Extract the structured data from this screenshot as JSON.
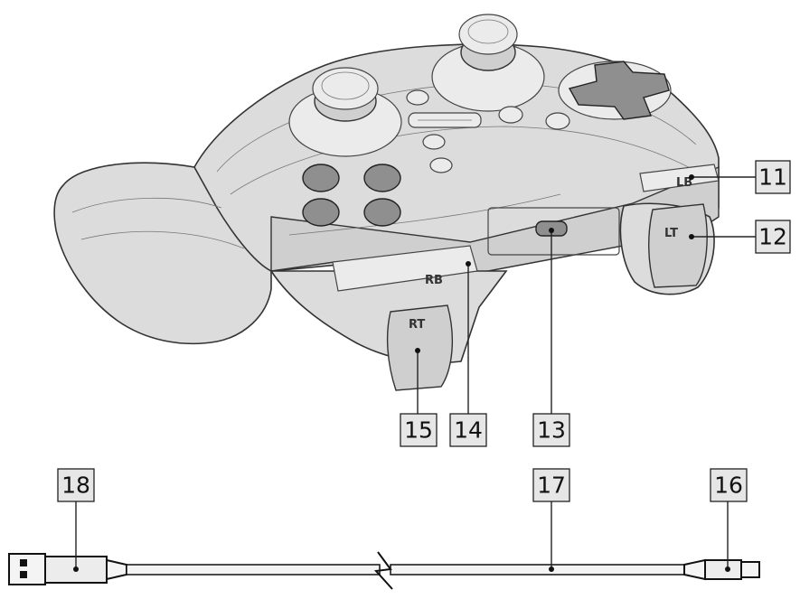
{
  "callouts": {
    "c11": "11",
    "c12": "12",
    "c13": "13",
    "c14": "14",
    "c15": "15",
    "c16": "16",
    "c17": "17",
    "c18": "18"
  },
  "controller_labels": {
    "lb": "LB",
    "lt": "LT",
    "rb": "RB",
    "rt": "RT"
  },
  "colors": {
    "callout_box": "#e6e6e6",
    "outline": "#222222",
    "body": "#dcdcdc",
    "buttons": "#8f8f8f"
  }
}
